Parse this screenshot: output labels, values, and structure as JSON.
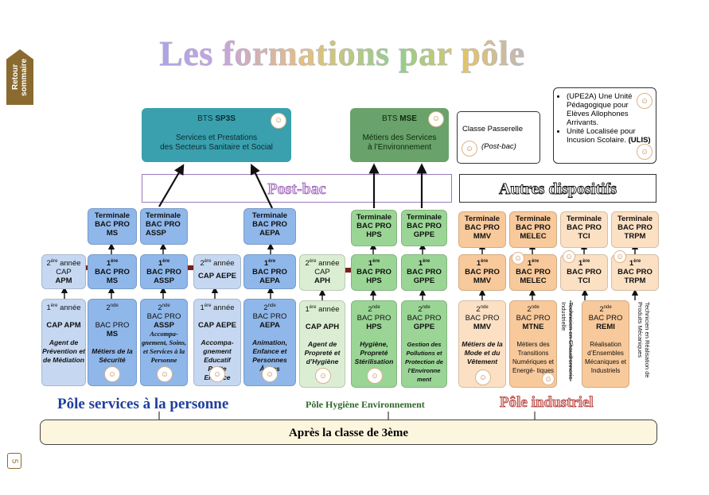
{
  "page": {
    "title": "Les formations par pôle",
    "back_link": "Retour sommaire",
    "page_number": "5"
  },
  "colors": {
    "services": "#8fb7ea",
    "hygiene": "#9ad596",
    "industriel": "#f8c99b",
    "sp3s": "#3aa0ae",
    "mse": "#69a26a"
  },
  "bts": {
    "sp3s": {
      "prefix": "BTS",
      "code": "SP3S",
      "line1": "Services et Prestations",
      "line2": "des Secteurs Sanitaire et Social"
    },
    "mse": {
      "prefix": "BTS",
      "code": "MSE",
      "line1": "Métiers des Services",
      "line2": "à l’Environnement"
    }
  },
  "passerelle": {
    "line1": "Classe Passerelle",
    "line2": "(Post-bac)"
  },
  "upe": {
    "item1": "(UPE2A) Une Unité Pédagogique pour Elèves Allophones Arrivants.",
    "item2_a": "Unité Localisée pour Incusion Scolaire.",
    "item2_b": "(ULIS)"
  },
  "bands": {
    "postbac": "Post-bac",
    "autres": "Autres dispositifs"
  },
  "poles": {
    "services": "Pôle  services à la personne",
    "hygiene": "Pôle Hygiène Environnement",
    "industriel": "Pôle industriel"
  },
  "bottom": "Après la classe de 3ème",
  "sup": {
    "ere": "ère",
    "nde": "nde",
    "annee": "année"
  },
  "common": {
    "terminale": "Terminale",
    "bac_pro": "BAC PRO",
    "bac_pro2": "BAC PRO"
  },
  "col": {
    "apm": {
      "y2": "CAP",
      "y2b": "APM",
      "y2_prefix": "2",
      "y1": "CAP  APM",
      "y1_prefix": "1",
      "desc": "Agent de Prévention et de Médiation"
    },
    "ms": {
      "code": "MS",
      "desc": "Métiers de la Sécurité"
    },
    "assp": {
      "code": "ASSP",
      "desc": "Accompa- gnement, Soins, et Services à la Personne"
    },
    "aepe": {
      "y2": "CAP AEPE",
      "y1": "CAP  AEPE",
      "desc": "Accompa- gnement Educatif Petite Enfance"
    },
    "aepa": {
      "code": "AEPA",
      "desc": "Animation, Enfance et Personnes Âgées"
    },
    "aph": {
      "y2": "CAP",
      "y2b": "APH",
      "y1": "CAP  APH",
      "desc": "Agent de Propreté et d’Hygiène"
    },
    "hps": {
      "code": "HPS",
      "desc": "Hygiène, Propreté Stérilisation"
    },
    "gppe": {
      "code": "GPPE",
      "desc": "Gestion des Pollutions et Protection de l’Environne ment"
    },
    "mmv": {
      "code": "MMV",
      "desc": "Métiers de la Mode et du Vêtement"
    },
    "melec": {
      "code": "MELEC"
    },
    "mtne": {
      "code": "MTNE",
      "desc": "Métiers des Transitions Numériques et Energé- tiques"
    },
    "tci": {
      "code": "TCI"
    },
    "trpm": {
      "code": "TRPM"
    },
    "remi": {
      "code": "REMI",
      "desc": "Réalisation d’Ensembles Mécaniques et Industriels"
    },
    "vert_tci": "Technicien en Chaudronnerie Industrielle",
    "vert_trpm": "Technicien en Réalisation de Produits Mécaniques"
  }
}
